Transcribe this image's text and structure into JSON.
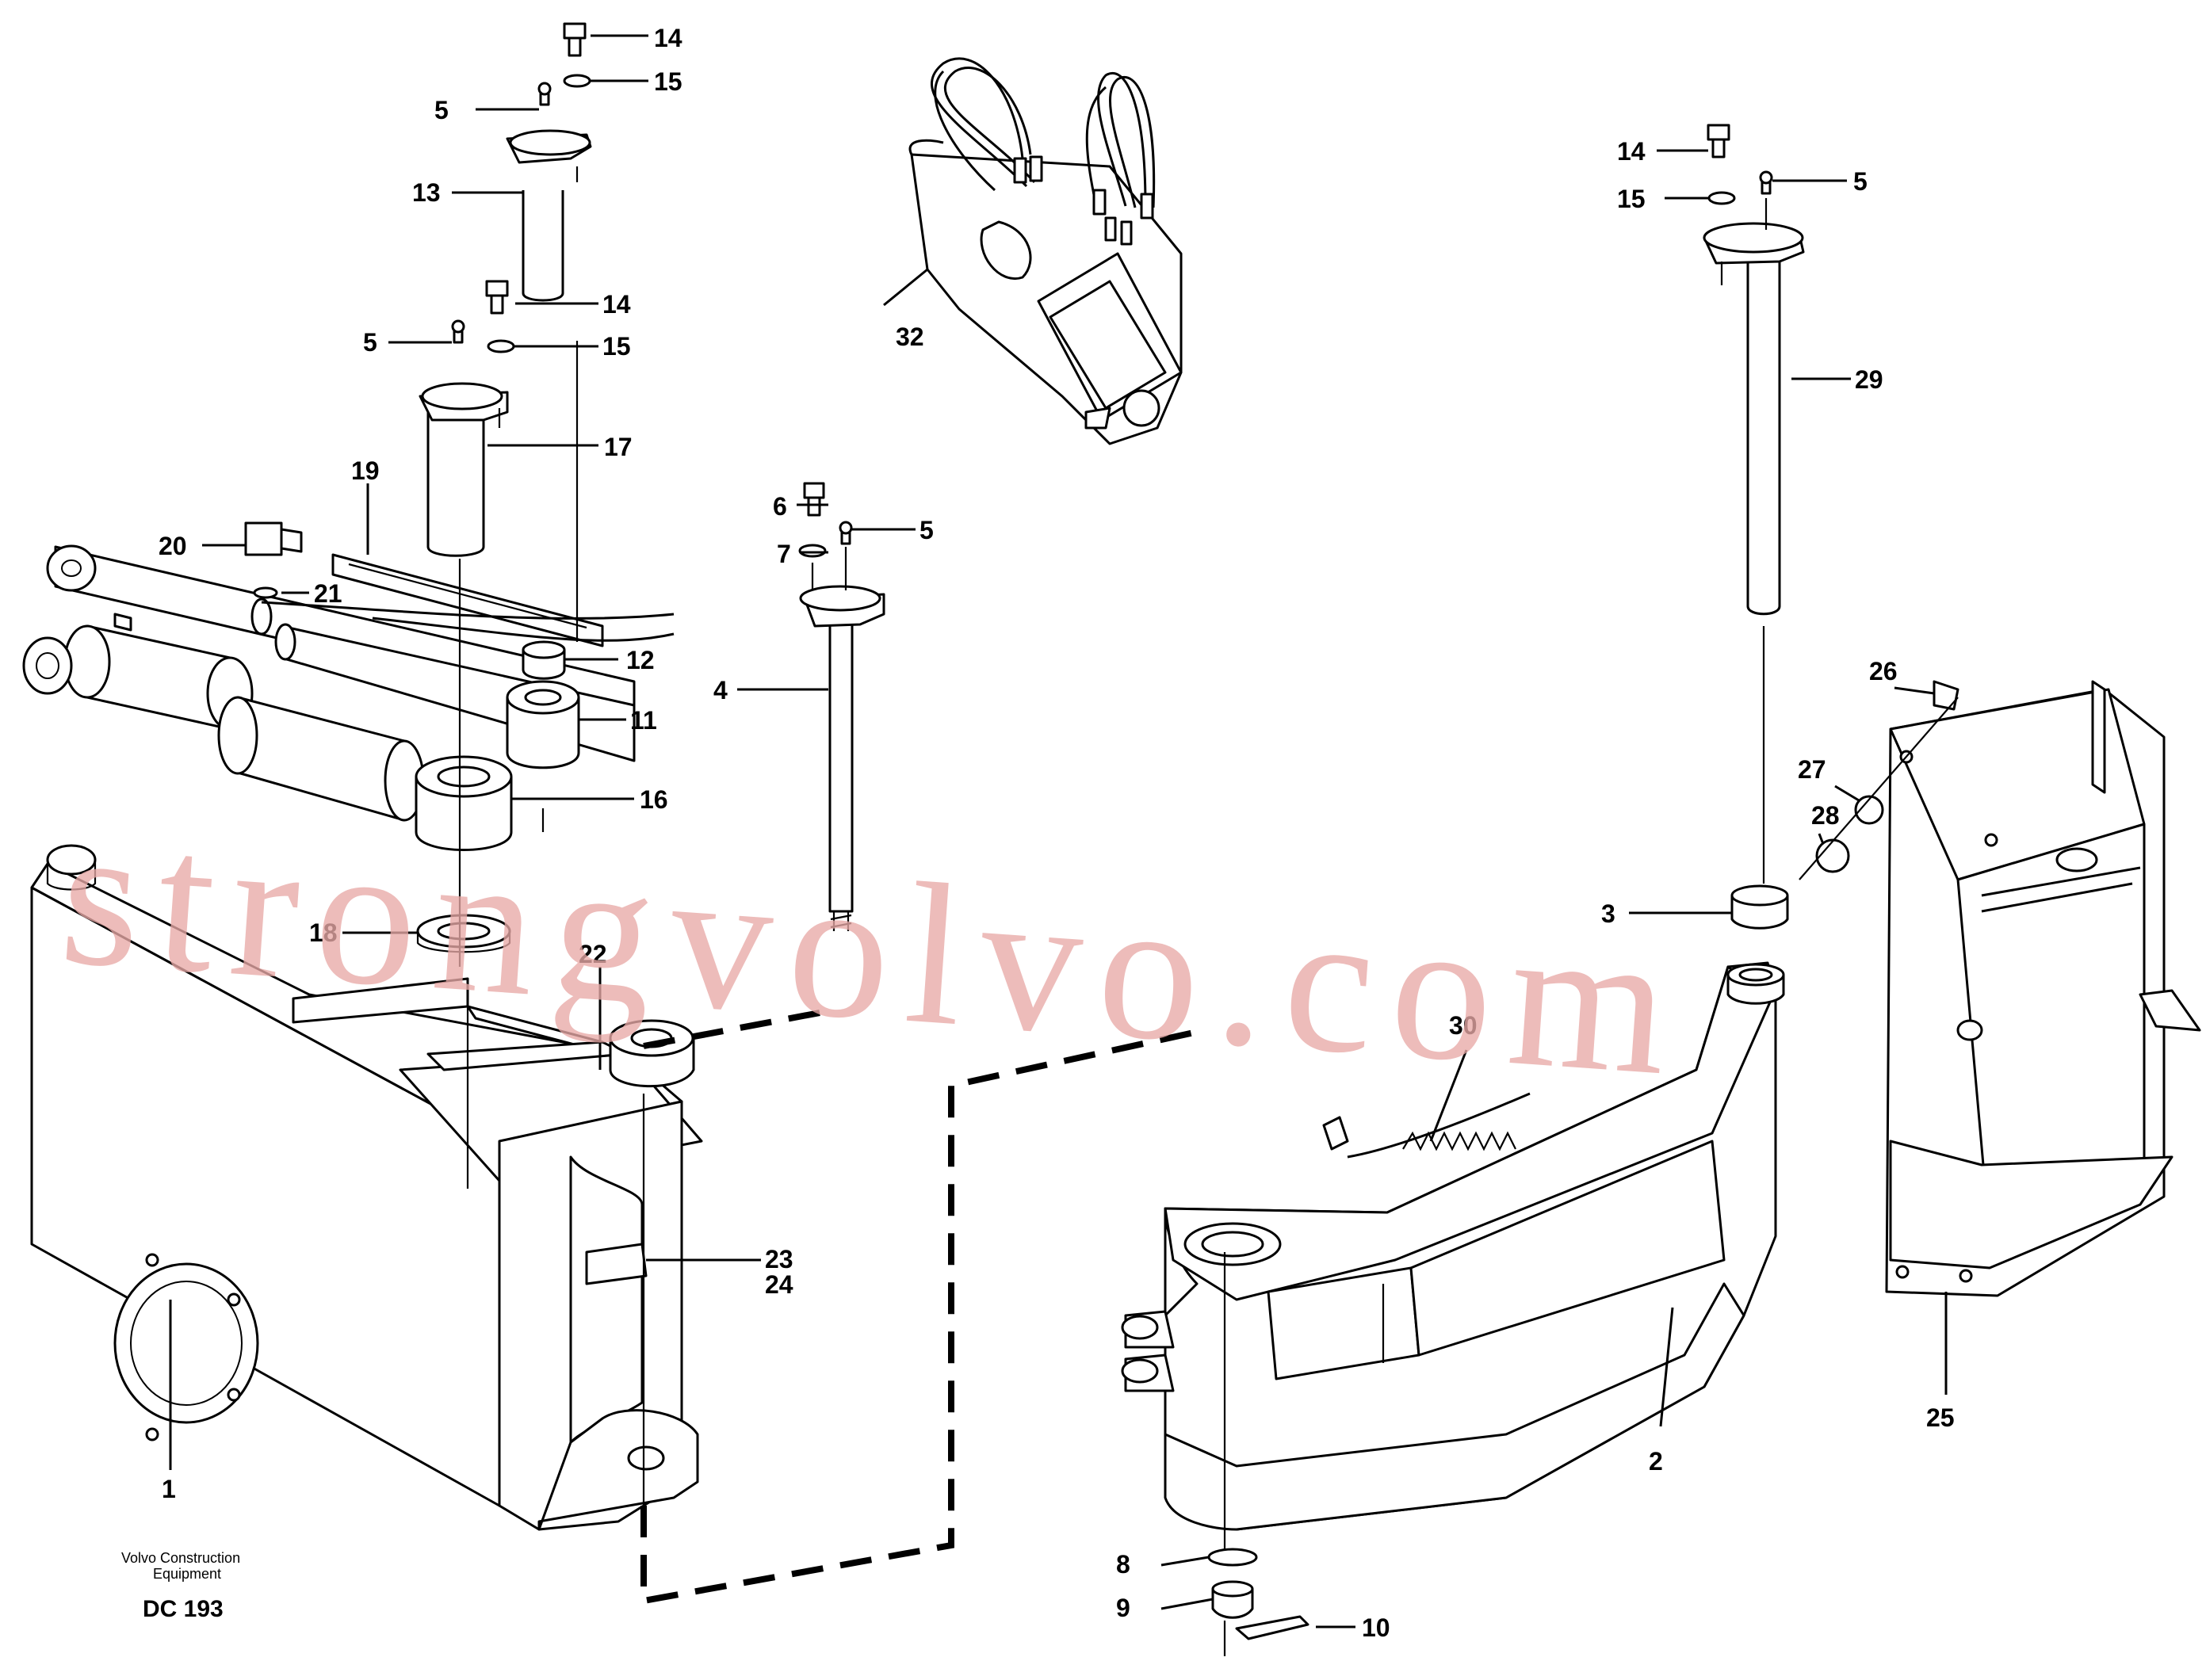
{
  "callouts": {
    "c14a": "14",
    "c15a": "15",
    "c5a": "5",
    "c13": "13",
    "c14b": "14",
    "c5b": "5",
    "c15b": "15",
    "c17": "17",
    "c19": "19",
    "c20": "20",
    "c21": "21",
    "c12": "12",
    "c11": "11",
    "c16": "16",
    "c18": "18",
    "c22": "22",
    "c23": "23",
    "c24": "24",
    "c1": "1",
    "c32": "32",
    "c6": "6",
    "c5c": "5",
    "c7": "7",
    "c4": "4",
    "c14c": "14",
    "c15c": "15",
    "c5d": "5",
    "c29": "29",
    "c26": "26",
    "c27": "27",
    "c28": "28",
    "c3": "3",
    "c30": "30",
    "c2": "2",
    "c25": "25",
    "c8": "8",
    "c9": "9",
    "c10": "10"
  },
  "caption": {
    "line1": "Volvo Construction",
    "line2": "Equipment",
    "code": "DC 193"
  },
  "watermark": "strongvolvo.com",
  "colors": {
    "ink": "#000000",
    "watermark": "#e8a9a7",
    "paper": "#ffffff"
  }
}
